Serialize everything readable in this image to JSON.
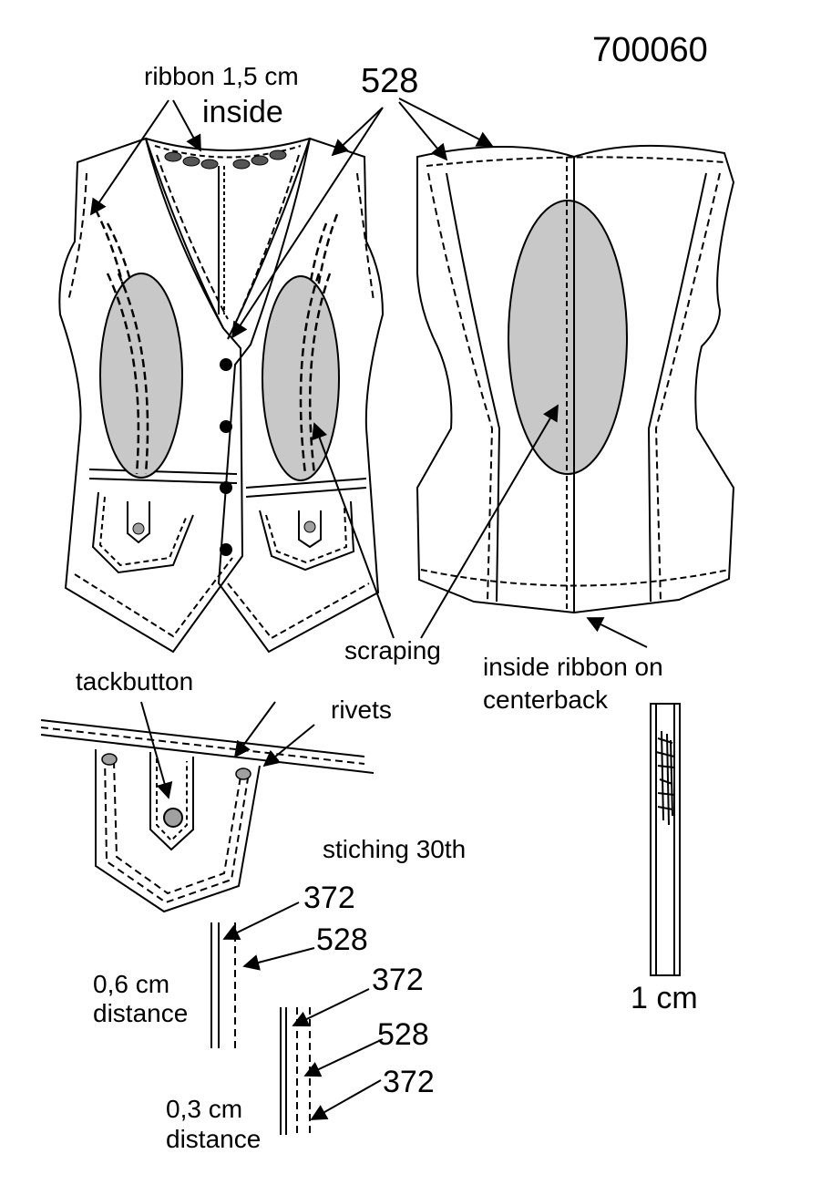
{
  "sheet": {
    "article_number": "700060"
  },
  "labels": {
    "ribbon": "ribbon 1,5 cm",
    "inside": "inside",
    "thread_528_top": "528",
    "scraping": "scraping",
    "inside_ribbon_line1": "inside ribbon on",
    "inside_ribbon_line2": "centerback",
    "tackbutton": "tackbutton",
    "rivets": "rivets",
    "stitching": "stiching 30th",
    "ribbon_width": "1 cm"
  },
  "stitch_details": {
    "detail_06": {
      "distance_line1": "0,6 cm",
      "distance_line2": "distance",
      "threads": [
        "372",
        "528"
      ]
    },
    "detail_03": {
      "distance_line1": "0,3 cm",
      "distance_line2": "distance",
      "threads": [
        "372",
        "528",
        "372"
      ]
    }
  },
  "colors": {
    "line": "#000000",
    "scraping_fill": "#c8c8c8",
    "rivet_fill": "#a0a0a0",
    "background": "#ffffff"
  }
}
